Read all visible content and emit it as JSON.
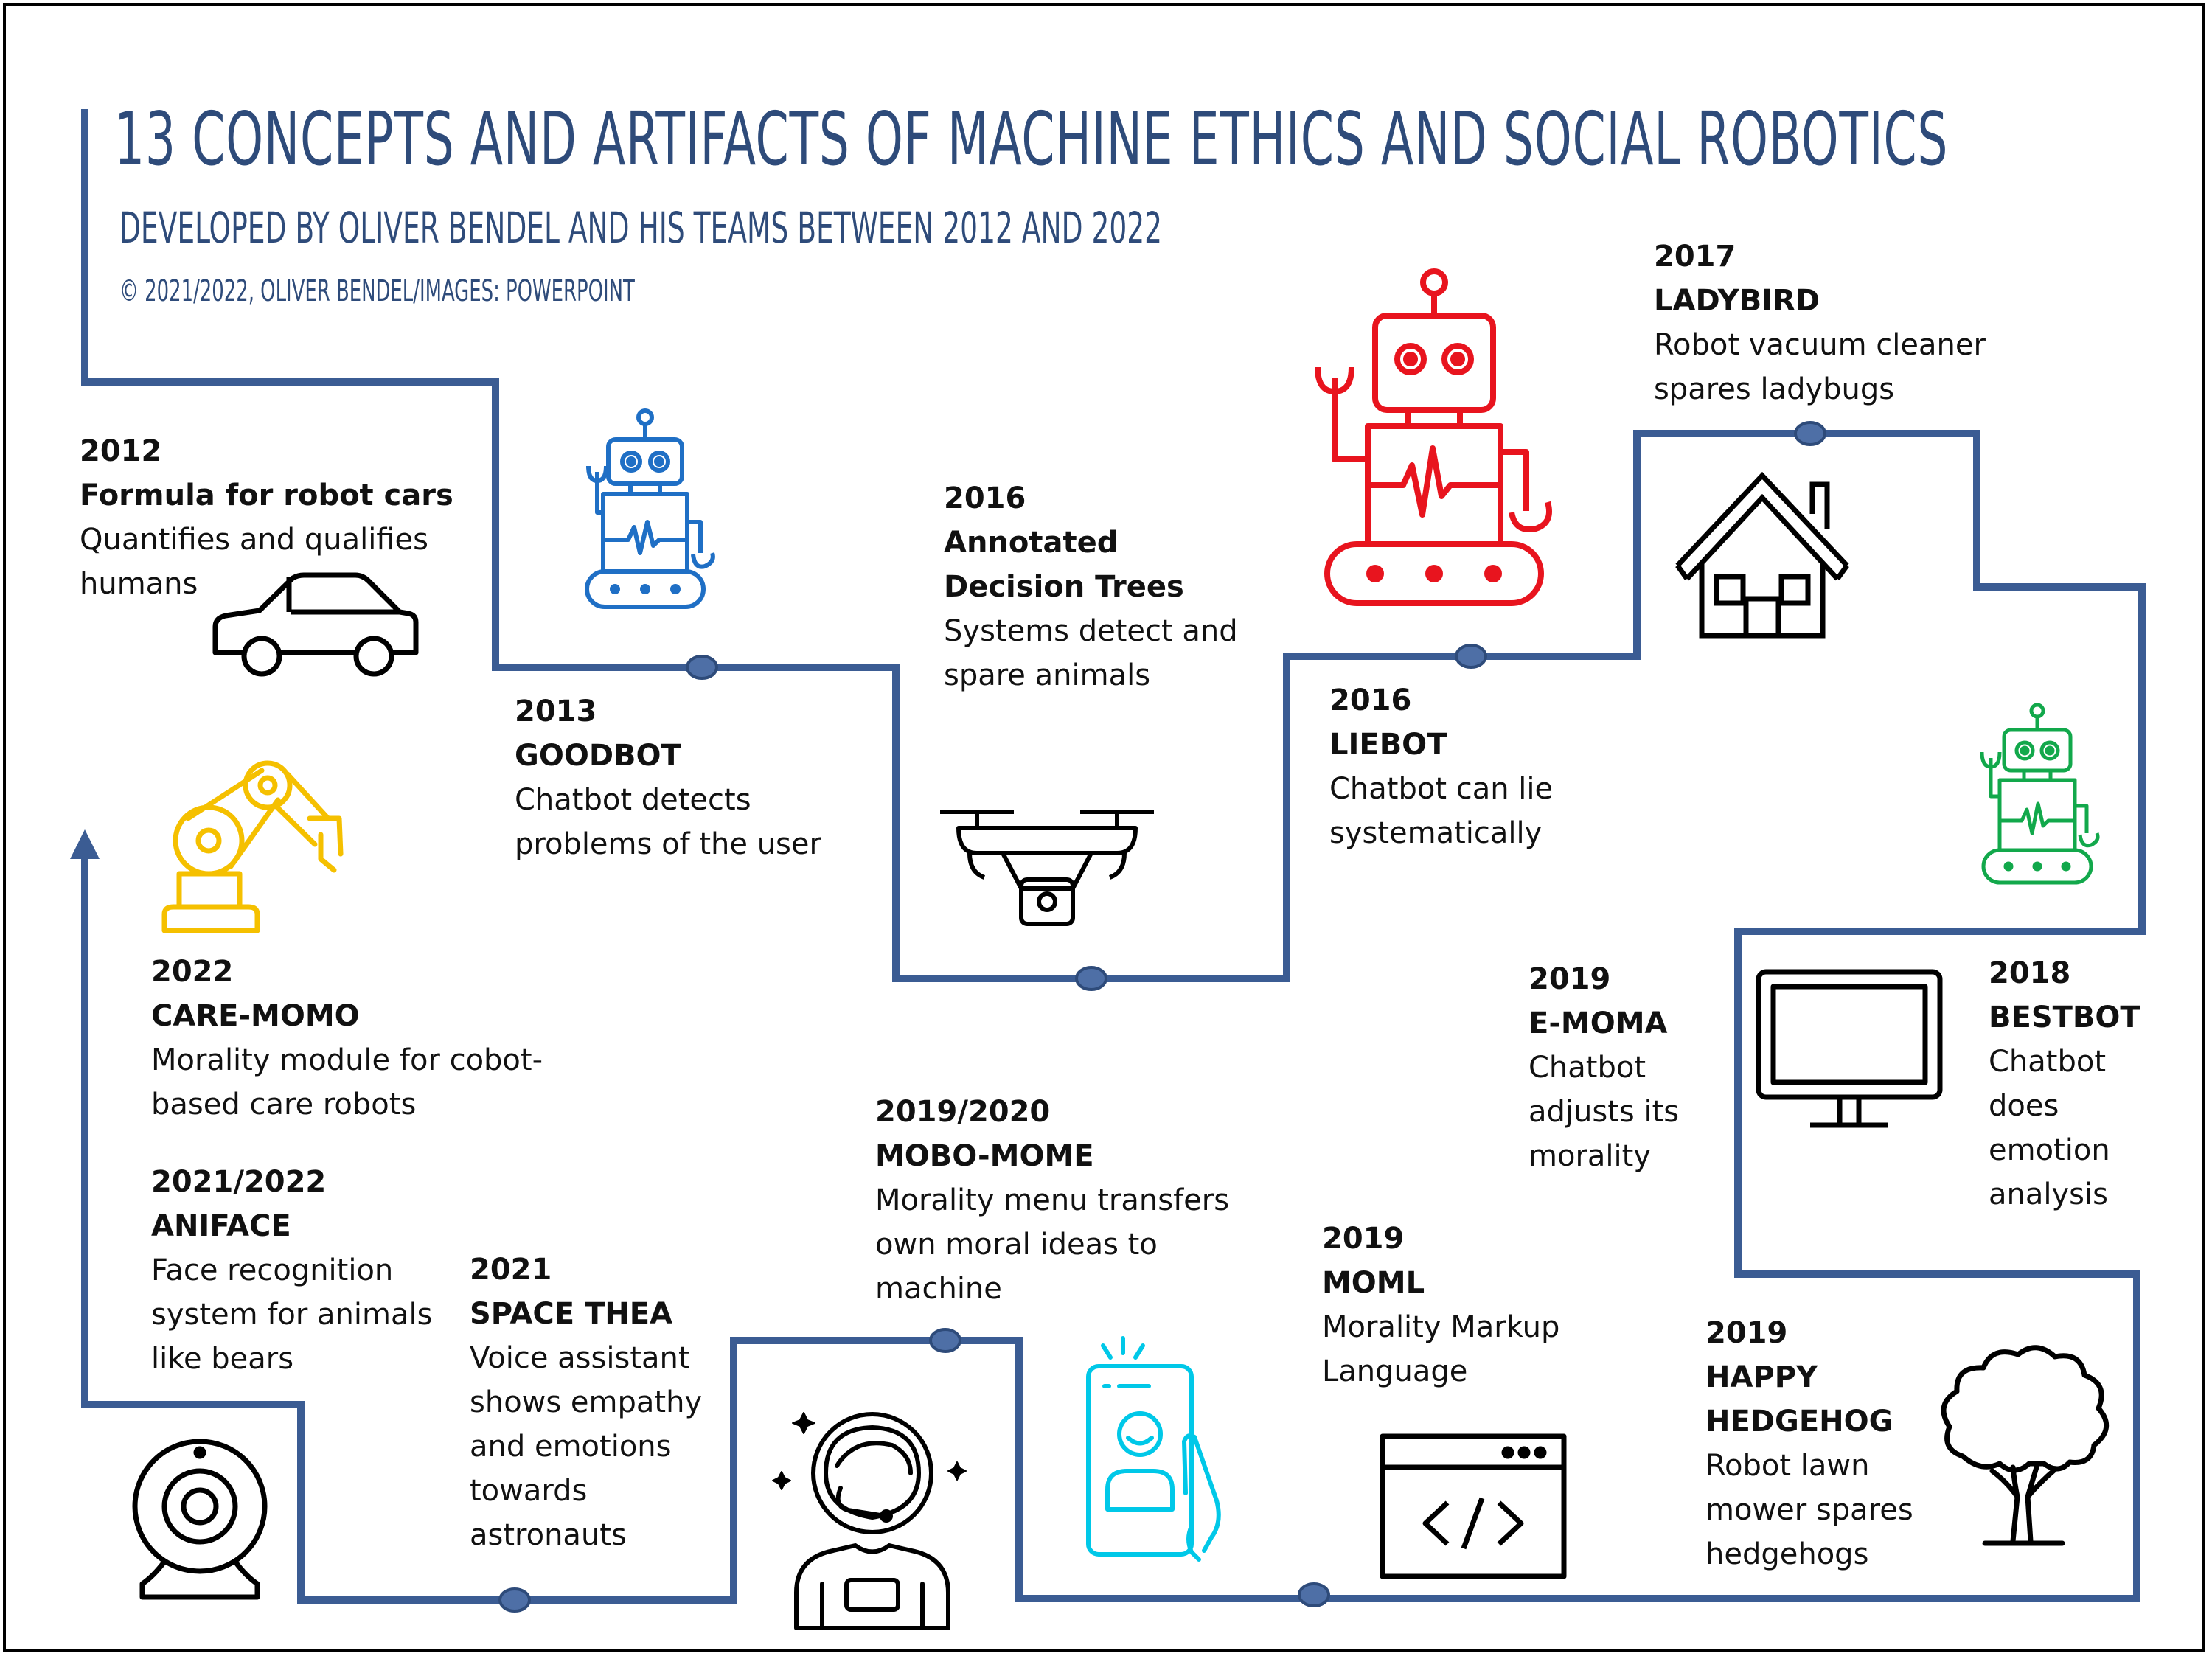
{
  "header": {
    "title": "13 CONCEPTS AND ARTIFACTS OF MACHINE ETHICS AND SOCIAL ROBOTICS",
    "subtitle": "DEVELOPED BY OLIVER BENDEL AND HIS TEAMS BETWEEN 2012 AND 2022",
    "copyright": "© 2021/2022, OLIVER BENDEL/IMAGES: POWERPOINT"
  },
  "colors": {
    "path": "#3B5C93",
    "node_fill": "#4E6FA6",
    "robot_blue": "#1F6FC5",
    "robot_red": "#E8141E",
    "robot_green": "#12A84B",
    "arm_yellow": "#F5C000",
    "phone_cyan": "#00C8E8",
    "icon_black": "#000000"
  },
  "items": [
    {
      "id": "formula",
      "year": "2012",
      "name": "Formula for robot cars",
      "desc": "Quantifies and qualifies humans",
      "icon": "car-icon"
    },
    {
      "id": "goodbot",
      "year": "2013",
      "name": "GOODBOT",
      "desc": "Chatbot detects problems of the user",
      "icon": "robot-icon"
    },
    {
      "id": "trees",
      "year": "2016",
      "name": "Annotated Decision Trees",
      "desc": "Systems detect and spare animals",
      "icon": "drone-icon"
    },
    {
      "id": "liebot",
      "year": "2016",
      "name": "LIEBOT",
      "desc": "Chatbot can lie systematically",
      "icon": "robot-icon"
    },
    {
      "id": "ladybird",
      "year": "2017",
      "name": "LADYBIRD",
      "desc": "Robot vacuum cleaner spares ladybugs",
      "icon": "house-icon"
    },
    {
      "id": "bestbot",
      "year": "2018",
      "name": "BESTBOT",
      "desc": "Chatbot does emotion analysis",
      "icon": "monitor-icon"
    },
    {
      "id": "emoma",
      "year": "2019",
      "name": "E-MOMA",
      "desc": "Chatbot adjusts its morality",
      "icon": "robot-icon"
    },
    {
      "id": "hedgehog",
      "year": "2019",
      "name": "HAPPY HEDGEHOG",
      "desc": "Robot lawn mower spares hedgehogs",
      "icon": "tree-icon"
    },
    {
      "id": "moml",
      "year": "2019",
      "name": "MOML",
      "desc": "Morality Markup Language",
      "icon": "code-window-icon"
    },
    {
      "id": "mobomome",
      "year": "2019/2020",
      "name": "MOBO-MOME",
      "desc": "Morality menu transfers own moral ideas to machine",
      "icon": "smartphone-icon"
    },
    {
      "id": "spacethea",
      "year": "2021",
      "name": "SPACE THEA",
      "desc": "Voice assistant shows empathy and emotions towards astronauts",
      "icon": "astronaut-icon"
    },
    {
      "id": "aniface",
      "year": "2021/2022",
      "name": "ANIFACE",
      "desc": "Face recognition system for animals like bears",
      "icon": "webcam-icon"
    },
    {
      "id": "caremomo",
      "year": "2022",
      "name": "CARE-MOMO",
      "desc": "Morality module for cobot-based care robots",
      "icon": "robot-arm-icon"
    }
  ]
}
